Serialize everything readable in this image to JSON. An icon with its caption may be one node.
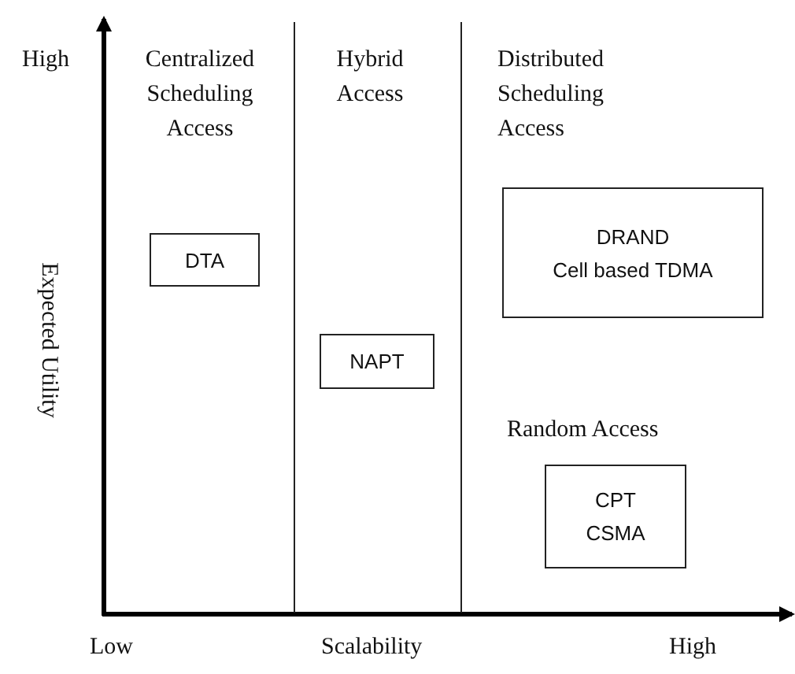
{
  "diagram": {
    "nodes": [
      {
        "text": [
          "DTA"
        ]
      },
      {
        "text": [
          "NAPT"
        ]
      },
      {
        "text": [
          "DRAND",
          "Cell based TDMA"
        ]
      },
      {
        "text": [
          "CPT",
          "CSMA"
        ]
      }
    ],
    "labels": [
      "High",
      "Centralized Scheduling Access",
      "Hybrid Access",
      "Distributed Scheduling Access",
      "Expected Utility",
      "Random Access",
      "Low",
      "Scalability",
      "High"
    ]
  }
}
